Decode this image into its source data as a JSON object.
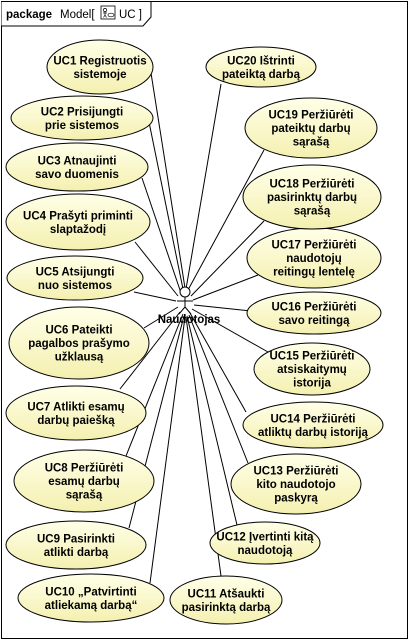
{
  "frame": {
    "keyword": "package",
    "name_prefix": "Model[",
    "name_suffix": "UC ]",
    "diagram_icon": "use-case-diagram-icon"
  },
  "actor": {
    "name": "Naudotojas"
  },
  "use_cases": [
    {
      "id": "uc1",
      "lines": [
        "UC1 Registruotis",
        "sistemoje"
      ]
    },
    {
      "id": "uc2",
      "lines": [
        "UC2 Prisijungti",
        "prie sistemos"
      ]
    },
    {
      "id": "uc3",
      "lines": [
        "UC3 Atnaujinti",
        "savo duomenis"
      ]
    },
    {
      "id": "uc4",
      "lines": [
        "UC4 Prašyti priminti",
        "slaptažodį"
      ]
    },
    {
      "id": "uc5",
      "lines": [
        "UC5 Atsijungti",
        "nuo sistemos"
      ]
    },
    {
      "id": "uc6",
      "lines": [
        "UC6 Pateikti",
        "pagalbos prašymo",
        "užklausą"
      ]
    },
    {
      "id": "uc7",
      "lines": [
        "UC7 Atlikti esamų",
        "darbų paiešką"
      ]
    },
    {
      "id": "uc8",
      "lines": [
        "UC8 Peržiūrėti",
        "esamų darbų",
        "sąrašą"
      ]
    },
    {
      "id": "uc9",
      "lines": [
        "UC9 Pasirinkti",
        "atlikti darbą"
      ]
    },
    {
      "id": "uc10",
      "lines": [
        "UC10 „Patvirtinti",
        "atliekamą darbą“"
      ]
    },
    {
      "id": "uc11",
      "lines": [
        "UC11 Atšaukti",
        "pasirinktą darbą"
      ]
    },
    {
      "id": "uc12",
      "lines": [
        "UC12 Įvertinti kitą",
        "naudotoją"
      ]
    },
    {
      "id": "uc13",
      "lines": [
        "UC13 Peržiūrėti",
        "kito naudotojo",
        "paskyrą"
      ]
    },
    {
      "id": "uc14",
      "lines": [
        "UC14 Peržiūrėti",
        "atliktų darbų istoriją"
      ]
    },
    {
      "id": "uc15",
      "lines": [
        "UC15 Peržiūrėti",
        "atsiskaitymų",
        "istorija"
      ]
    },
    {
      "id": "uc16",
      "lines": [
        "UC16 Peržiūrėti",
        "savo reitingą"
      ]
    },
    {
      "id": "uc17",
      "lines": [
        "UC17 Peržiūrėti",
        "naudotojų",
        "reitingų lentelę"
      ]
    },
    {
      "id": "uc18",
      "lines": [
        "UC18 Peržiūrėti",
        "pasirinktų darbų",
        "sąrašą"
      ]
    },
    {
      "id": "uc19",
      "lines": [
        "UC19 Peržiūrėti",
        "pateiktų darbų",
        "sąrašą"
      ]
    },
    {
      "id": "uc20",
      "lines": [
        "UC20 Ištrinti",
        "pateiktą darbą"
      ]
    }
  ],
  "colors": {
    "usecase_fill_top": "#ffffe8",
    "usecase_fill_bottom": "#f4f0b0",
    "stroke": "#000000",
    "header_fill": "#ffffff"
  }
}
